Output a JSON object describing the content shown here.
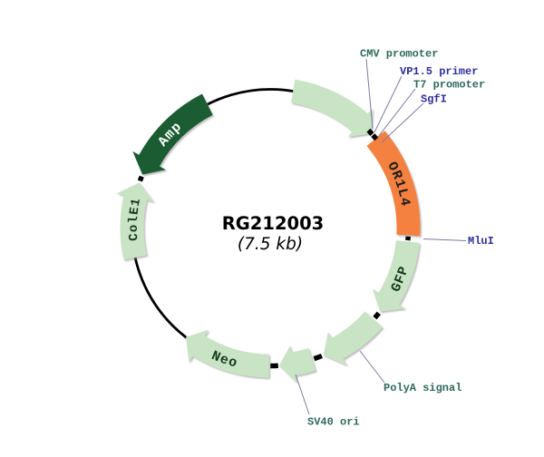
{
  "plasmid": {
    "name": "RG212003",
    "size": "(7.5 kb)"
  },
  "band_labels": {
    "or1l4": "OR1L4",
    "gfp": "GFP",
    "neo": "Neo",
    "cole1": "ColE1",
    "amp": "Amp"
  },
  "site_labels": {
    "cmv": "CMV promoter",
    "vp15": "VP1.5 primer",
    "t7": "T7 promoter",
    "sgfi": "SgfI",
    "mlui": "MluI",
    "polya": "PolyA signal",
    "sv40": "SV40 ori"
  },
  "colors": {
    "feature_light_green": "#c9e4c4",
    "feature_dark_green": "#1f5b31",
    "feature_orange": "#f4813f",
    "label_teal": "#2d6a5a",
    "label_navy": "#2e2e9c",
    "band_text_dark": "#15381c",
    "band_text_black": "#1c1c1c",
    "band_text_white": "#ffffff",
    "ring_black": "#000000",
    "leader_line": "#7b7ba3",
    "title_black": "#000000"
  }
}
